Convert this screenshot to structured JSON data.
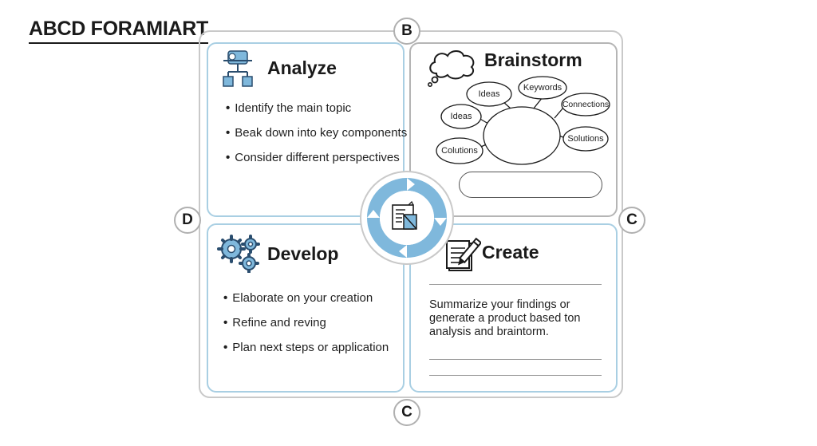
{
  "title": "ABCD FORAMIART",
  "badges": {
    "top": "B",
    "left": "D",
    "right": "C",
    "bottom": "C"
  },
  "analyze": {
    "heading": "Analyze",
    "icon": "flowchart-person-icon",
    "bullets": [
      "Identify the main topic",
      "Beak down into key components",
      "Consider different perspectives"
    ]
  },
  "brainstorm": {
    "heading": "Brainstorm",
    "icon": "thought-cloud-icon",
    "bubbles": [
      "Ideas",
      "Keywords",
      "Ideas",
      "Connections",
      "Colutions",
      "Solutions"
    ]
  },
  "develop": {
    "heading": "Develop",
    "icon": "gears-icon",
    "bullets": [
      "Elaborate on your creation",
      "Refine and reving",
      "Plan next steps or application"
    ]
  },
  "create": {
    "heading": "Create",
    "icon": "notepad-pencil-icon",
    "summary": "Summarize your findings or generate a product based ton analysis and braintorm."
  },
  "center": {
    "icon": "document-cycle-icon"
  },
  "colors": {
    "accent": "#7fb8dc",
    "accent_light": "#a9cfe3",
    "frame": "#c9c9c9"
  }
}
